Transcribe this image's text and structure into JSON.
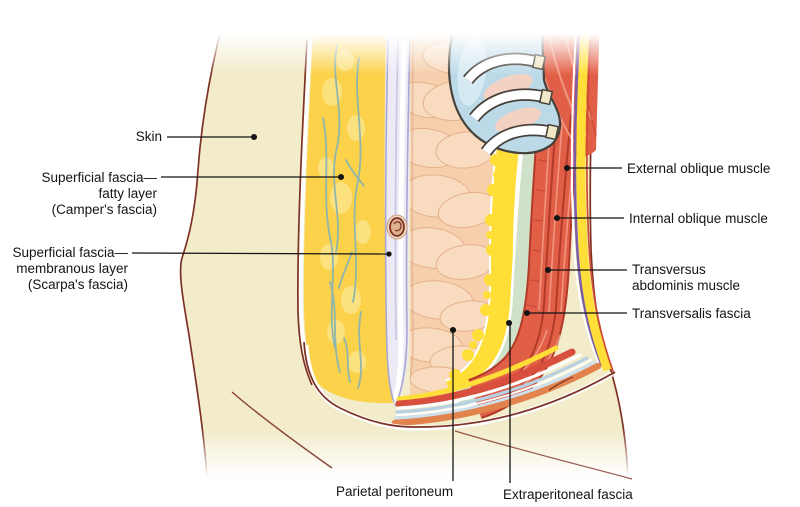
{
  "figure": {
    "type": "anatomical-diagram",
    "subject": "Layers of the anterior abdominal wall (cutaway torso illustration)"
  },
  "labels": {
    "skin": "Skin",
    "superficial_fatty": [
      "Superficial fascia—",
      "fatty layer",
      "(Camper's fascia)"
    ],
    "superficial_membranous": [
      "Superficial fascia—",
      "membranous layer",
      "(Scarpa's fascia)"
    ],
    "external_oblique": "External oblique muscle",
    "internal_oblique": "Internal oblique muscle",
    "transversus": [
      "Transversus",
      "abdominis muscle"
    ],
    "transversalis": "Transversalis fascia",
    "parietal": "Parietal peritoneum",
    "extraperitoneal": "Extraperitoneal fascia"
  },
  "colors": {
    "skin": "#f2ecca",
    "outline": "#7e3226",
    "fat": "#fbd24a",
    "fat_light": "#fde489",
    "vessel": "#8fb5ac",
    "membranous": "#edeaf6",
    "membranous_line": "#a9a6cf",
    "intestine": "#f6cfad",
    "intestine_light": "#fadcc2",
    "intestine_edge": "#e4ad87",
    "fat_bright": "#ffdf37",
    "fascia_green": "#cfe2c9",
    "muscle": "#e25f47",
    "muscle_dark": "#b23a28",
    "muscle_light": "#f29b84",
    "purple": "#7b5ea7",
    "rib_blue": "#bcd9e8",
    "rib_blue_light": "#dcedf6",
    "rib_outline": "#46413a",
    "bone_tip": "#efe7c5",
    "sweep_blue": "#b7d0e2",
    "sweep_orange": "#e2824c",
    "pointer": "#141414"
  }
}
